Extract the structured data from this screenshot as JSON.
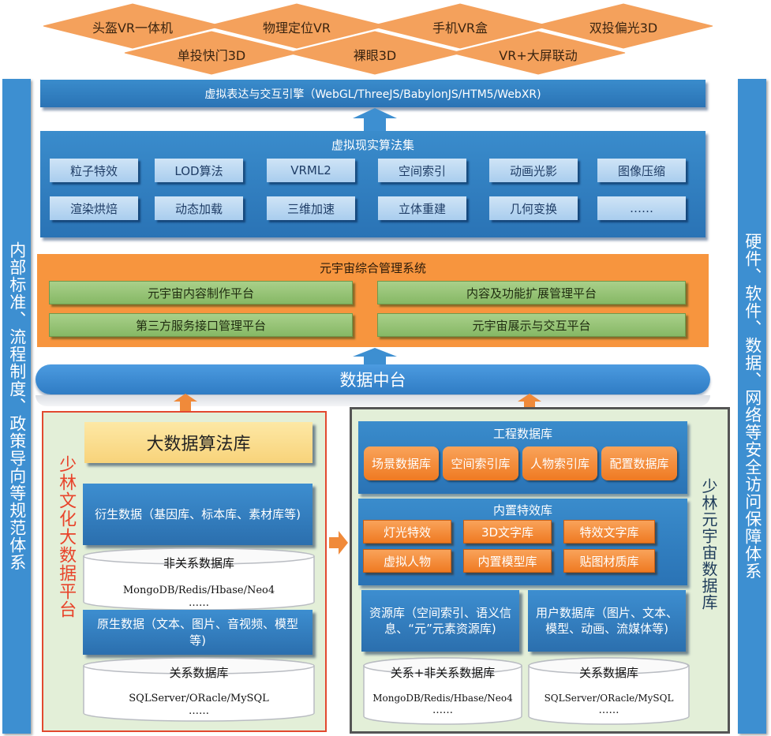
{
  "devices": [
    "头盔VR一体机",
    "物理定位VR",
    "手机VR盒",
    "双投偏光3D",
    "单投快门3D",
    "裸眼3D",
    "VR+大屏联动"
  ],
  "left_side": "内部标准、流程制度、政策导向等规范体系",
  "right_side": "硬件、软件、数据、网络等安全访问保障体系",
  "engine": "虚拟表达与交互引擎（WebGL/ThreeJS/BabylonJS/HTM5/WebXR)",
  "algorithms": {
    "title": "虚拟现实算法集",
    "items": [
      "粒子特效",
      "LOD算法",
      "VRML2",
      "空间索引",
      "动画光影",
      "图像压缩",
      "渲染烘焙",
      "动态加载",
      "三维加速",
      "立体重建",
      "几何变换",
      "……"
    ]
  },
  "mgmt": {
    "title": "元宇宙综合管理系统",
    "items": [
      "元宇宙内容制作平台",
      "内容及功能扩展管理平台",
      "第三方服务接口管理平台",
      "元宇宙展示与交互平台"
    ]
  },
  "data_center": "数据中台",
  "left_panel": {
    "title": "少林文化大数据平台",
    "algo_lib": "大数据算法库",
    "derived": "衍生数据（基因库、标本库、素材库等)",
    "nosql_title": "非关系数据库",
    "nosql_sub": "MongoDB/Redis/Hbase/Neo4",
    "nosql_more": "……",
    "raw": "原生数据（文本、图片、音视频、模型等)",
    "sql_title": "关系数据库",
    "sql_sub": "SQLServer/ORacle/MySQL",
    "sql_more": "……"
  },
  "right_panel": {
    "title": "少林元宇宙数据库",
    "eng_title": "工程数据库",
    "eng_items": [
      "场景数据库",
      "空间索引库",
      "人物索引库",
      "配置数据库"
    ],
    "fx_title": "内置特效库",
    "fx_items": [
      "灯光特效",
      "3D文字库",
      "特效文字库",
      "虚拟人物",
      "内置模型库",
      "贴图材质库"
    ],
    "resource": "资源库（空间索引、语义信息、“元”元素资源库)",
    "userdb": "用户数据库（图片、文本、模型、动画、流媒体等)",
    "mixed_title": "关系+非关系数据库",
    "mixed_sub": "MongoDB/Redis/Hbase/Neo4",
    "mixed_more": "……",
    "rel_title": "关系数据库",
    "rel_sub": "SQLServer/ORacle/MySQL",
    "rel_more": "……"
  },
  "colors": {
    "blue": "#2f7fc4",
    "orange": "#f7953e",
    "green": "#96c474",
    "red": "#e2492f"
  }
}
